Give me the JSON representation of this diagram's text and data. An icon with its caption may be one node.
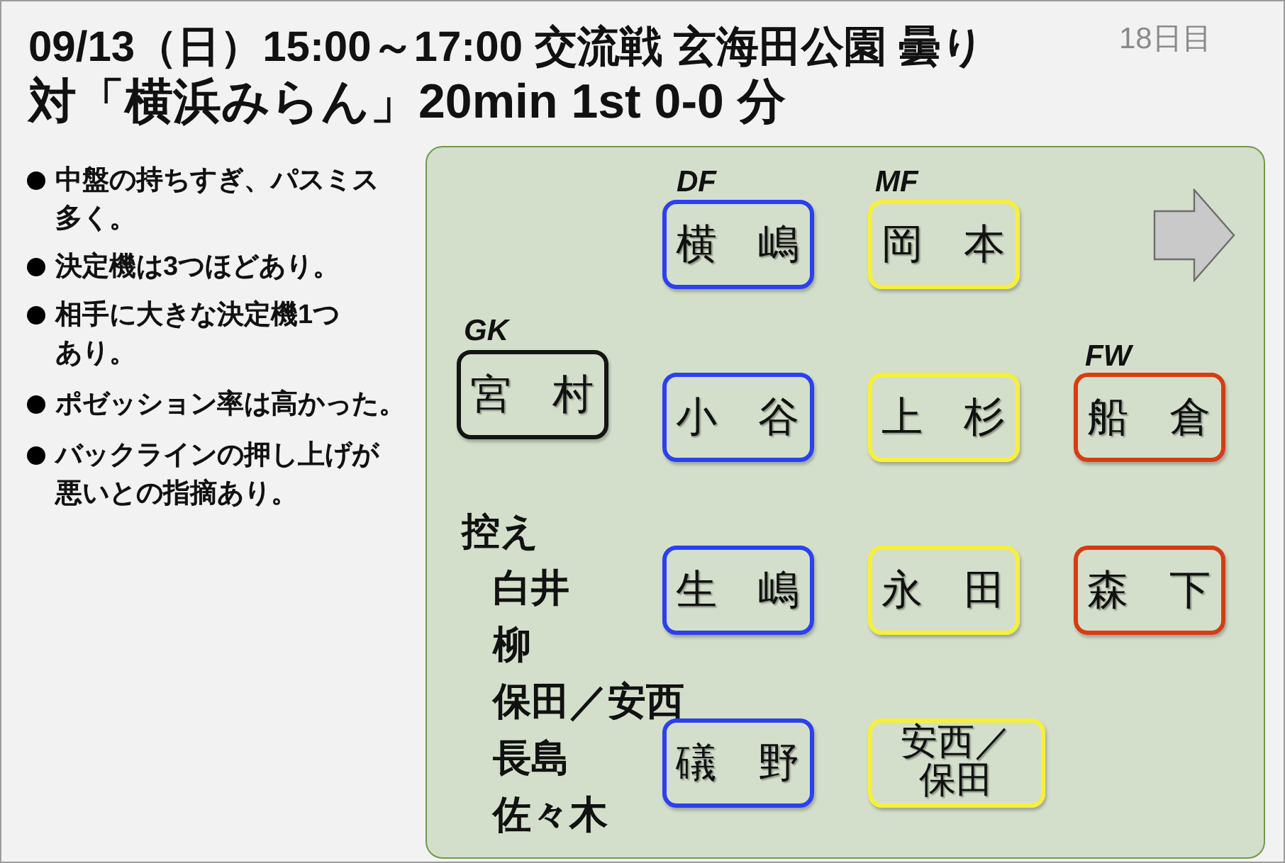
{
  "diagram": {
    "title": "09/13（日）15:00～17:00 交流戦 玄海田公園 曇り",
    "nodes": [
      {
        "text": [
          "控え",
          "白井",
          "柳",
          "保田／安西",
          "長島",
          "佐々木"
        ]
      },
      {
        "text": [
          "横　嶋"
        ],
        "in": 0
      },
      {
        "text": [
          "岡　本"
        ],
        "in": 0
      },
      {
        "text": [
          "宮　村"
        ],
        "in": 0
      },
      {
        "text": [
          "小　谷"
        ],
        "in": 0
      },
      {
        "text": [
          "上　杉"
        ],
        "in": 0
      },
      {
        "text": [
          "船　倉"
        ],
        "in": 0
      },
      {
        "text": [
          "生　嶋"
        ],
        "in": 0
      },
      {
        "text": [
          "永　田"
        ],
        "in": 0
      },
      {
        "text": [
          "森　下"
        ],
        "in": 0
      },
      {
        "text": [
          "礒　野"
        ],
        "in": 0
      },
      {
        "text": [
          "安西／保田"
        ],
        "in": 0
      }
    ],
    "labels": [
      "対「横浜みらん」20min 1st 0-0 分",
      "18日目",
      "中盤の持ちすぎ、パスミス多く。",
      "決定機は3つほどあり。",
      "相手に大きな決定機1つあり。",
      "ポゼッション率は高かった。",
      "バックラインの押し上げが悪いとの指摘あり。",
      "DF",
      "MF",
      "GK",
      "FW"
    ]
  }
}
